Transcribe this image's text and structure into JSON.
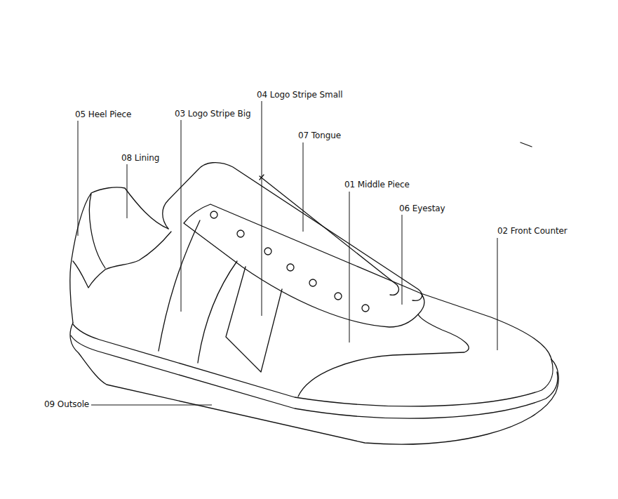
{
  "diagram": {
    "labels": [
      "04 Logo Stripe Small",
      "05 Heel Piece",
      "03 Logo Stripe Big",
      "07 Tongue",
      "08 Lining",
      "01 Middle Piece",
      "06 Eyestay",
      "02 Front Counter",
      "09 Outsole"
    ]
  }
}
